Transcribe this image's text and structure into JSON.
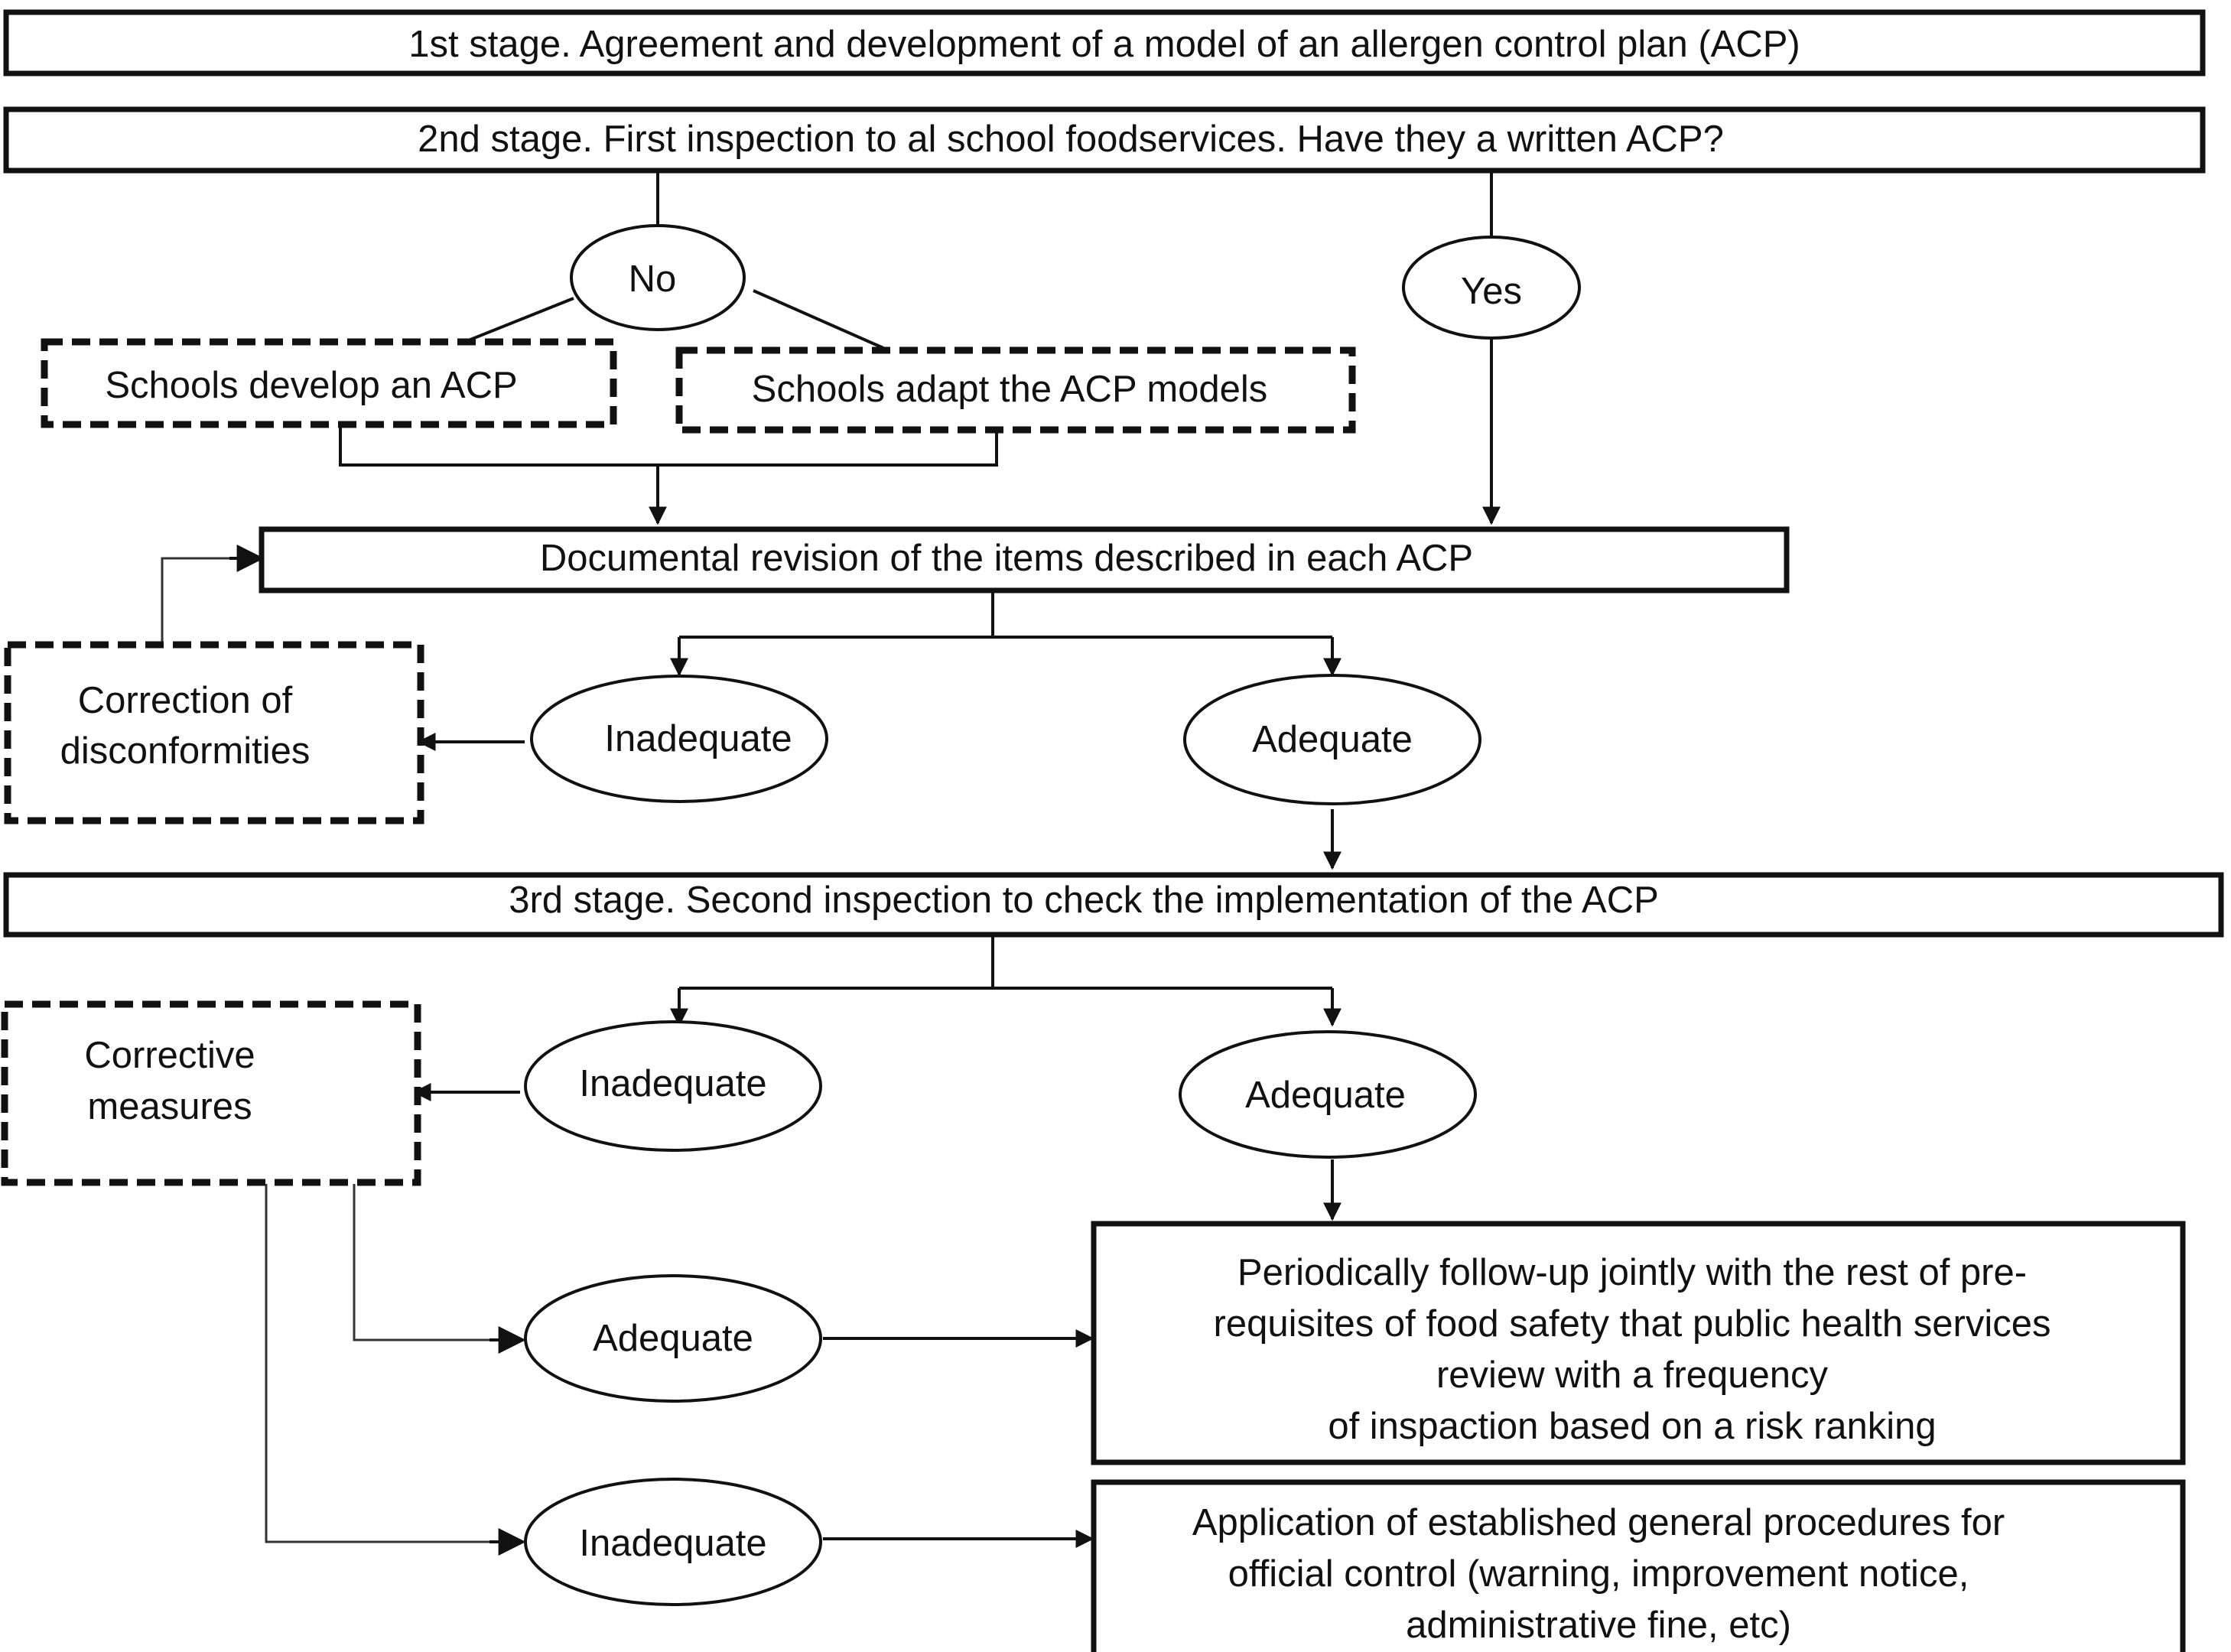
{
  "stages": {
    "stage1": "1st stage. Agreement and development of a model of an allergen  control plan (ACP)",
    "stage2": "2nd stage. First inspection to al  school foodservices. Have they a written ACP?",
    "stage3": "3rd stage. Second inspection to check the implementation of the ACP"
  },
  "branches": {
    "no": "No",
    "yes": "Yes"
  },
  "actions": {
    "schools_develop": "Schools develop an ACP",
    "schools_adapt": "Schools adapt the ACP models",
    "documental_revision": "Documental revision of the items described in each ACP",
    "correction_line1": "Correction of",
    "correction_line2": "disconformities",
    "corrective_line1": "Corrective",
    "corrective_line2": "measures"
  },
  "outcomes": {
    "review_inadequate": "Inadequate",
    "review_adequate": "Adequate",
    "inspection_inadequate": "Inadequate",
    "inspection_adequate": "Adequate",
    "recheck_adequate": "Adequate",
    "recheck_inadequate": "Inadequate"
  },
  "results": {
    "followup": [
      "Periodically follow-up jointly with the rest of pre-",
      "requisites of food safety that public health services",
      "review with a frequency",
      "of inspaction based on a risk ranking"
    ],
    "official_control": [
      "Application of established general procedures for",
      "official control (warning, improvement notice,",
      "administrative fine, etc)"
    ]
  }
}
